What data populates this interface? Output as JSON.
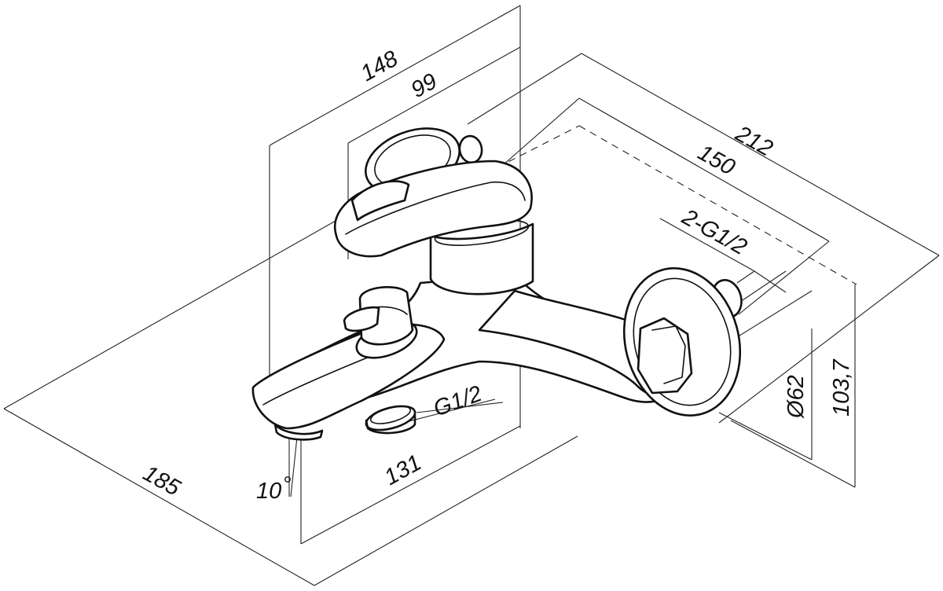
{
  "dimensions": {
    "overall_height": "148",
    "handle_height": "99",
    "depth_total": "212",
    "depth_inlets": "150",
    "inlet_thread": "2-G1/2",
    "rosette_diameter": "Ø62",
    "center_height": "103,7",
    "outlet_thread": "G1/2",
    "outlet_offset": "131",
    "spout_angle": "10",
    "spout_length": "185"
  },
  "colors": {
    "line": "#111111",
    "background": "#ffffff"
  }
}
